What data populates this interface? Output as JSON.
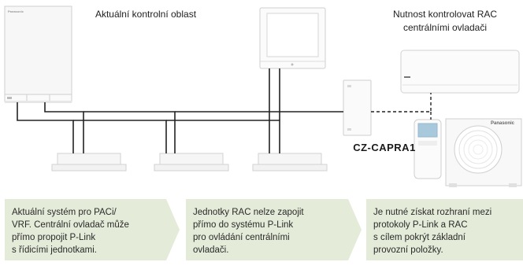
{
  "labels": {
    "current_area": "Aktuální kontrolní oblast",
    "rac_need": "Nutnost kontrolovat RAC centrálními ovladači",
    "adapter": "CZ-CAPRA1"
  },
  "brand": "Panasonic",
  "info_boxes": [
    {
      "lines": [
        "Aktuální systém pro PACi/",
        "VRF. Centrální ovladač může",
        "přímo propojit P-Link",
        "s řídicími jednotkami."
      ]
    },
    {
      "lines": [
        "Jednotky RAC nelze zapojit",
        "přímo do systému P-Link",
        "pro ovládání centrálními",
        "ovladači."
      ]
    },
    {
      "lines": [
        "Je nutné získat rozhraní mezi",
        "protokoly P-Link a RAC",
        "s cílem pokrýt základní",
        "provozní položky."
      ]
    }
  ],
  "colors": {
    "box_fill": "#e4ecd9",
    "line": "#222222",
    "device_edge": "#c9c9c9"
  }
}
